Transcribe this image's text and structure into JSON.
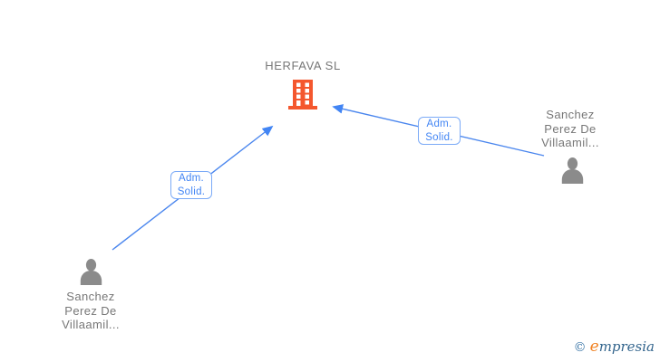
{
  "diagram": {
    "company": {
      "name": "HERFAVA SL",
      "icon": "building-icon"
    },
    "people": [
      {
        "name": "Sanchez Perez De Villaamil...",
        "icon": "person-icon",
        "label_position": "below"
      },
      {
        "name": "Sanchez Perez De Villaamil...",
        "icon": "person-icon",
        "label_position": "above"
      }
    ],
    "edges": [
      {
        "label": "Adm. Solid.",
        "from": "person-1",
        "to": "company"
      },
      {
        "label": "Adm. Solid.",
        "from": "person-2",
        "to": "company"
      }
    ]
  },
  "footer": {
    "copyright_symbol": "©",
    "brand_initial": "e",
    "brand_rest": "mpresia"
  },
  "colors": {
    "edge_blue": "#4285f4",
    "edge_label_border": "#7baaf7",
    "building_orange": "#f4572e",
    "text_gray": "#777777",
    "person_gray": "#8b8b8b",
    "logo_blue": "#33658d",
    "logo_orange": "#f08223",
    "background": "#ffffff"
  }
}
